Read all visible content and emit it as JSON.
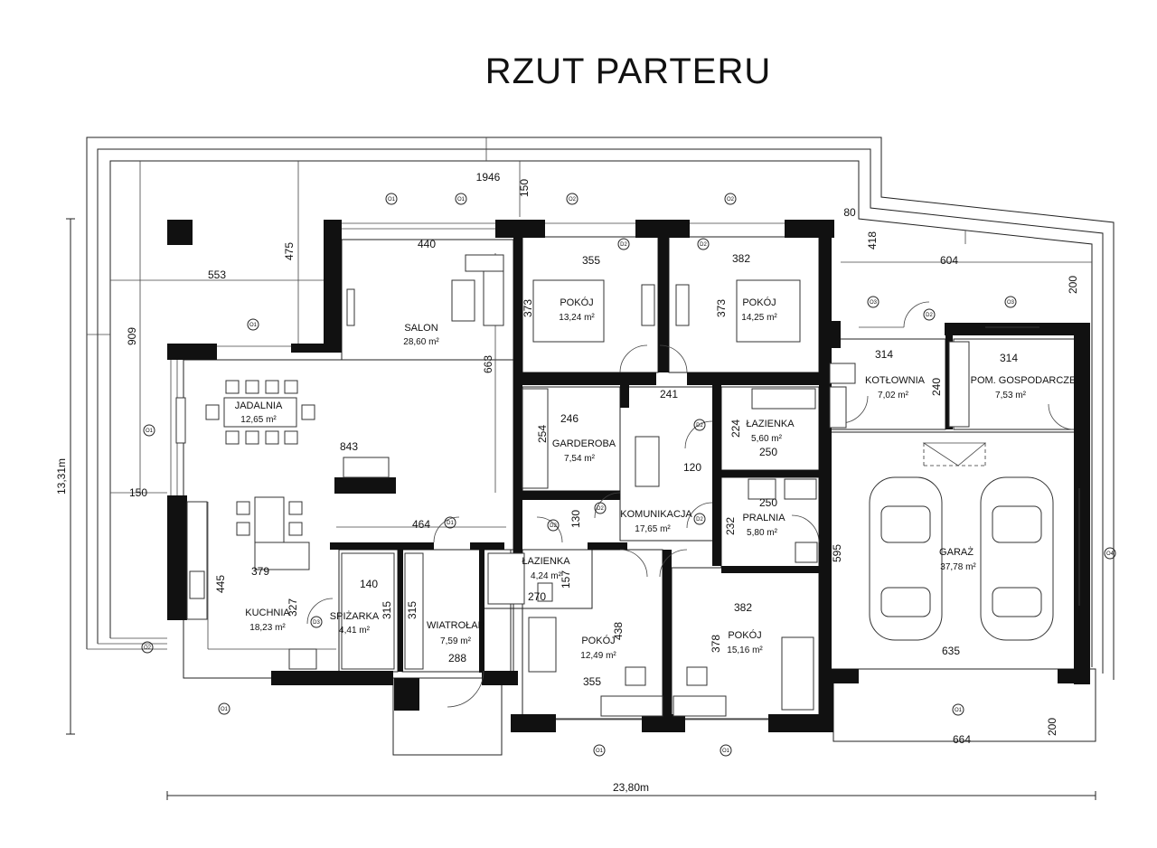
{
  "title": "RZUT PARTERU",
  "rooms": [
    {
      "name": "SALON",
      "area": "28,60 m²"
    },
    {
      "name": "JADALNIA",
      "area": "12,65 m²"
    },
    {
      "name": "KUCHNIA",
      "area": "18,23 m²"
    },
    {
      "name": "SPIŻARKA",
      "area": "4,41 m²"
    },
    {
      "name": "WIATROŁAP",
      "area": "7,59 m²"
    },
    {
      "name": "ŁAZIENKA",
      "area": "4,24 m²"
    },
    {
      "name": "POKÓJ",
      "area": "12,49 m²"
    },
    {
      "name": "POKÓJ",
      "area": "15,16 m²"
    },
    {
      "name": "POKÓJ",
      "area": "13,24 m²"
    },
    {
      "name": "POKÓJ",
      "area": "14,25 m²"
    },
    {
      "name": "GARDEROBA",
      "area": "7,54 m²"
    },
    {
      "name": "KOMUNIKACJA",
      "area": "17,65 m²"
    },
    {
      "name": "ŁAZIENKA",
      "area": "5,60 m²"
    },
    {
      "name": "PRALNIA",
      "area": "5,80 m²"
    },
    {
      "name": "KOTŁOWNIA",
      "area": "7,02 m²"
    },
    {
      "name": "POM. GOSPODARCZE",
      "area": "7,53 m²"
    },
    {
      "name": "GARAŻ",
      "area": "37,78 m²"
    }
  ],
  "dimensions": {
    "d1946": "1946",
    "d150a": "150",
    "d80": "80",
    "d418": "418",
    "d475": "475",
    "d440": "440",
    "d355a": "355",
    "d382a": "382",
    "d553": "553",
    "d604": "604",
    "d200a": "200",
    "d373a": "373",
    "d373b": "373",
    "d909": "909",
    "d663": "663",
    "d314a": "314",
    "d314b": "314",
    "d240": "240",
    "d241": "241",
    "d246": "246",
    "d224": "224",
    "d254": "254",
    "d250a": "250",
    "d250b": "250",
    "d843": "843",
    "d120": "120",
    "d150b": "150",
    "d130": "130",
    "d232": "232",
    "d464": "464",
    "d595": "595",
    "d379": "379",
    "d140": "140",
    "d445": "445",
    "d327": "327",
    "d315a": "315",
    "d315b": "315",
    "d157": "157",
    "d270": "270",
    "d382b": "382",
    "d438": "438",
    "d378": "378",
    "d288": "288",
    "d355b": "355",
    "d635": "635",
    "d664": "664",
    "d200b": "200"
  },
  "overall": {
    "height": "13,31m",
    "width": "23,80m"
  },
  "tags": {
    "o1": "O1",
    "o2": "O2",
    "o3": "O3",
    "o4": "O4",
    "d1": "D1",
    "d2": "D2",
    "d3": "D3"
  }
}
